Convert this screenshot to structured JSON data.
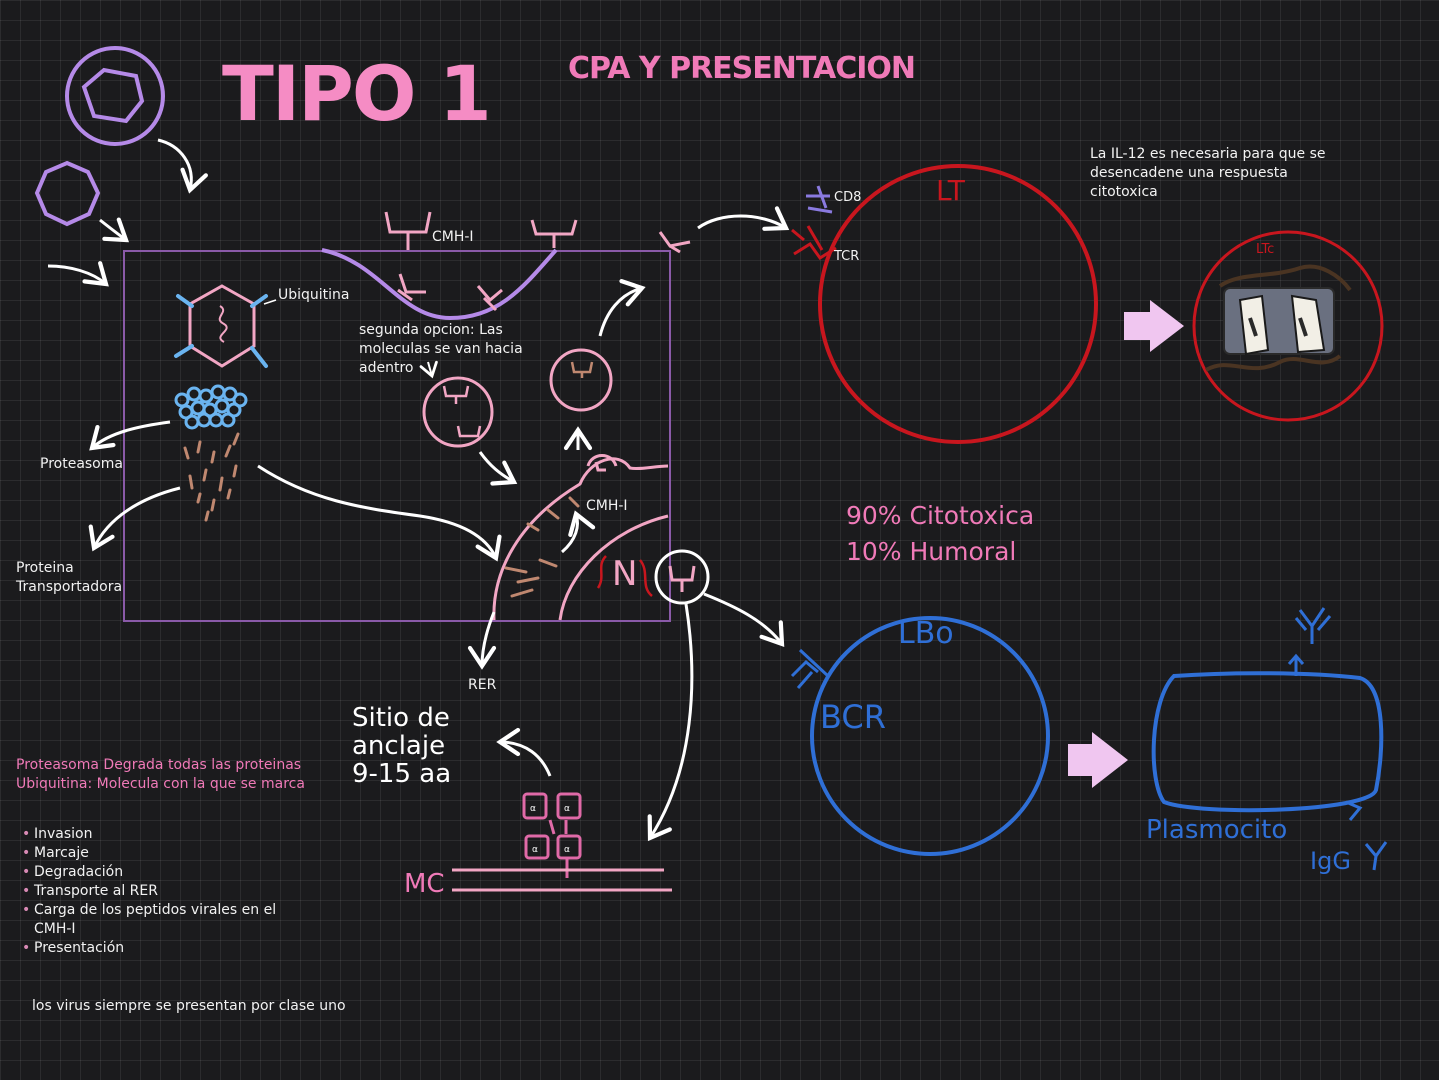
{
  "header": {
    "title": "TIPO 1",
    "subtitle": "CPA Y PRESENTACION"
  },
  "cell_labels": {
    "ubiquitina": "Ubiquitina",
    "cmh_top": "CMH-I",
    "segunda_opcion": "segunda opcion: Las\nmoleculas se van hacia\nadentro",
    "proteasoma": "Proteasoma",
    "proteina_transportadora": "Proteina\nTransportadora",
    "cmh_rer": "CMH-I",
    "rer": "RER",
    "nucleus": "N"
  },
  "lymphocyte_t": {
    "label": "LT",
    "cd8": "CD8",
    "tcr": "TCR",
    "effector": "LTc",
    "il12_note": "La IL-12 es necesaria para que se\ndesencadene una respuesta\ncitotoxica"
  },
  "percentages": {
    "cytotoxic": "90% Citotoxica",
    "humoral": "10% Humoral"
  },
  "lymphocyte_b": {
    "label": "LBo",
    "bcr": "BCR",
    "plasma": "Plasmocito",
    "igg": "IgG"
  },
  "mhc": {
    "anchor_site": "Sitio de\nanclaje\n9-15 aa",
    "mc": "MC"
  },
  "definitions": "Proteasoma Degrada todas las proteinas\nUbiquitina: Molecula con la que se marca",
  "steps": [
    "Invasion",
    "Marcaje",
    "Degradación",
    "Transporte al RER",
    "Carga de los peptidos virales en el\nCMH-I",
    "Presentación"
  ],
  "footer": "los virus siempre se presentan por clase uno",
  "colors": {
    "background": "#1b1b1d",
    "title_pink": "#f58cc4",
    "purple": "#b58ae8",
    "red": "#c8161e",
    "blue": "#2f6fd6",
    "light_pink": "#f2a6c4",
    "arrow_fill": "#f0c6f0"
  }
}
